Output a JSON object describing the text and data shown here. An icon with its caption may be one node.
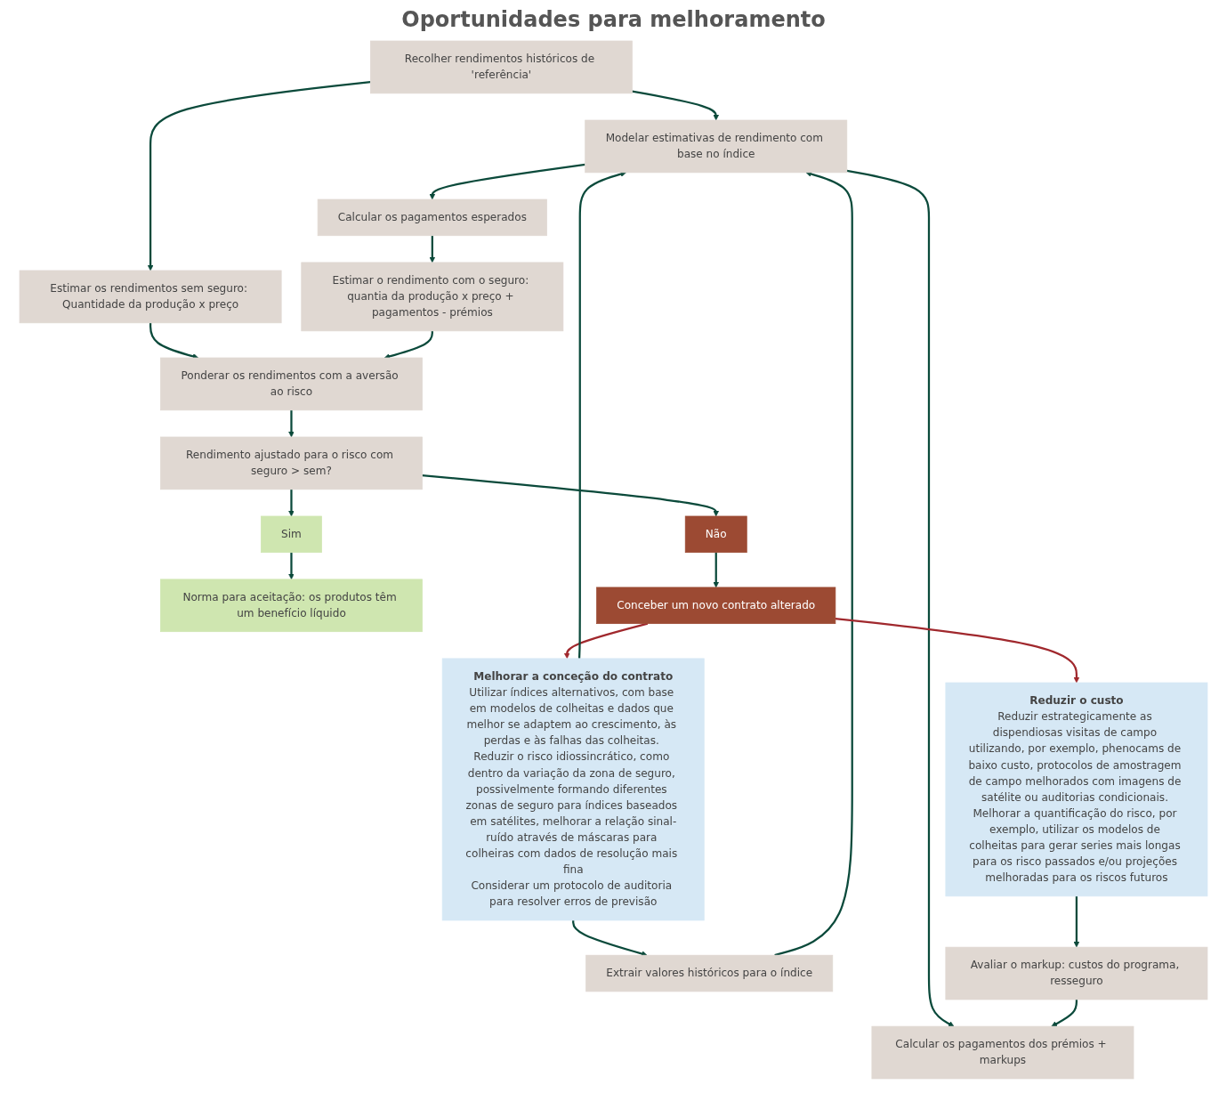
{
  "diagram": {
    "title": "Oportunidades para melhoramento",
    "nodes": [
      {
        "text": [
          "Recolher rendimentos históricos de 'referência'"
        ]
      },
      {
        "text": [
          "Extrair valores históricos para o índice"
        ]
      },
      {
        "text": [
          "Modelar estimativas de rendimento com base no índice"
        ]
      },
      {
        "text": [
          "Calcular os pagamentos esperados"
        ]
      },
      {
        "text": [
          "Estimar os rendimentos sem seguro: Quantidade da produção x preço"
        ]
      },
      {
        "text": [
          "Estimar o rendimento com o seguro: quantia da produção x preço + pagamentos - prémios"
        ]
      },
      {
        "text": [
          "Ponderar os rendimentos com a aversão ao risco"
        ]
      },
      {
        "text": [
          "Rendimento ajustado para o risco com seguro > sem?"
        ]
      },
      {
        "text": [
          "Sim"
        ]
      },
      {
        "text": [
          "Não"
        ]
      },
      {
        "text": [
          "Norma para aceitação: os produtos têm um benefício líquido"
        ]
      },
      {
        "text": [
          "Conceber um novo contrato alterado"
        ]
      },
      {
        "text": [
          "Melhorar a conceção do contrato",
          "Utilizar índices alternativos, com base em modelos de colheitas e dados que melhor se adaptem ao crescimento, às perdas e às falhas das colheitas. Reduzir o risco idiossincrático, como dentro da variação da zona de seguro, possivelmente formando diferentes zonas de seguro para índices baseados em satélites, melhorar a relação sinal-ruído através de máscaras para colheiras com dados de resolução mais fina",
          "Considerar um protocolo de auditoria para resolver erros de previsão"
        ]
      },
      {
        "text": [
          "Avaliar o markup: custos do programa, resseguro"
        ]
      },
      {
        "text": [
          "Calcular os pagamentos dos prémios + markups"
        ]
      },
      {
        "text": [
          "Reduzir o custo",
          "Reduzir estrategicamente as dispendiosas visitas de campo utilizando, por exemplo, phenocams de baixo custo, protocolos de amostragem de campo melhorados com imagens de satélite ou auditorias condicionais. Melhorar a quantificação do risco, por exemplo, utilizar os modelos de colheitas para gerar series mais longas para os risco passados e/ou projeções melhoradas para os riscos futuros"
        ]
      }
    ],
    "edges": [
      {
        "from": 0,
        "to": 2,
        "arrow": "to"
      },
      {
        "from": 0,
        "to": 4,
        "arrow": "to"
      },
      {
        "from": 1,
        "to": 2,
        "arrow": "to"
      },
      {
        "from": 2,
        "to": 3,
        "arrow": "to"
      },
      {
        "from": 2,
        "to": 14,
        "arrow": "to"
      },
      {
        "from": 13,
        "to": 14,
        "arrow": "to"
      },
      {
        "from": 3,
        "to": 5,
        "arrow": "to"
      },
      {
        "from": 4,
        "to": 6,
        "arrow": "to"
      },
      {
        "from": 5,
        "to": 6,
        "arrow": "to"
      },
      {
        "from": 6,
        "to": 7,
        "arrow": "to"
      },
      {
        "from": 7,
        "to": 8,
        "arrow": "to"
      },
      {
        "from": 7,
        "to": 9,
        "arrow": "to"
      },
      {
        "from": 8,
        "to": 10,
        "arrow": "to"
      },
      {
        "from": 9,
        "to": 11,
        "arrow": "to"
      },
      {
        "from": 11,
        "to": 12,
        "arrow": "to",
        "color": "#a0282d"
      },
      {
        "from": 11,
        "to": 15,
        "arrow": "to",
        "color": "#a0282d"
      },
      {
        "from": 12,
        "to": 1,
        "arrow": "to"
      },
      {
        "from": 12,
        "to": 2,
        "arrow": "to"
      },
      {
        "from": 15,
        "to": 13,
        "arrow": "to"
      }
    ]
  }
}
